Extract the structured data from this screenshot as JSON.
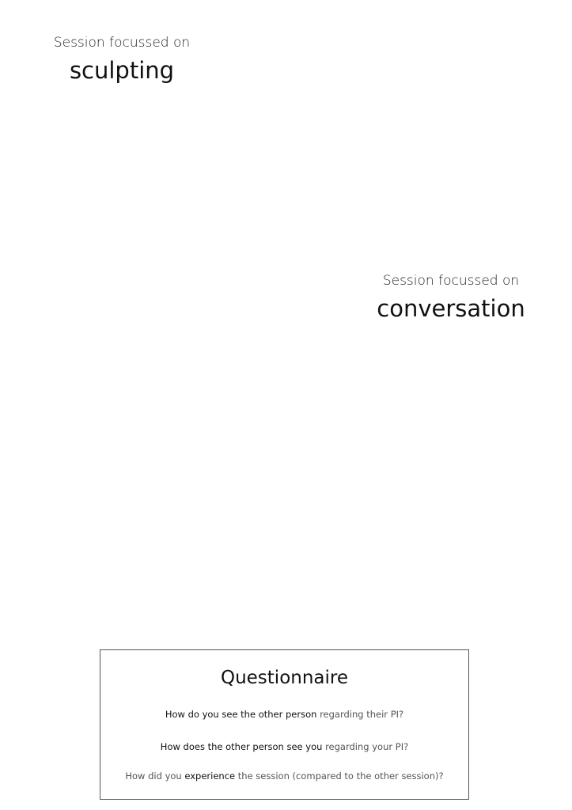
{
  "sculpting_label": {
    "prefix": "Session focussed on",
    "focus": "sculpting"
  },
  "conversation_label": {
    "prefix": "Session focussed on",
    "focus": "conversation"
  },
  "questionnaire": {
    "title": "Questionnaire",
    "questions": [
      {
        "bold": "How do you see the other person",
        "rest": " regarding their PI?"
      },
      {
        "bold": "How does the other person see you",
        "rest": " regarding your PI?"
      },
      {
        "pre": "How did you ",
        "bold": "experience",
        "rest": " the session (compared to the other session)?"
      }
    ]
  }
}
